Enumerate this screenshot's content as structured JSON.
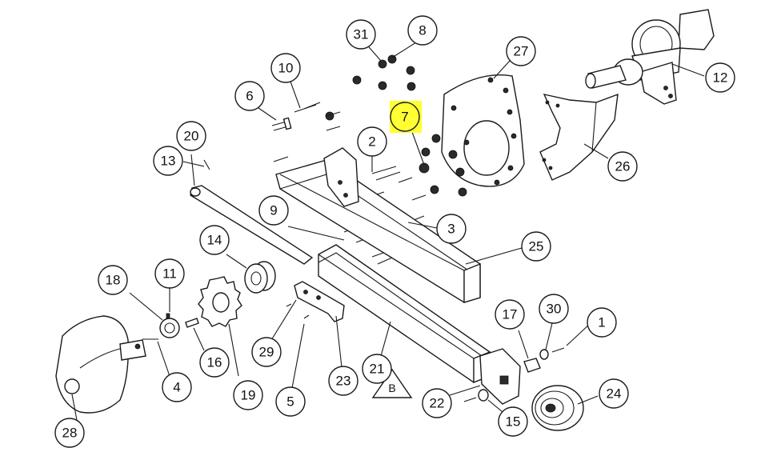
{
  "highlight_color": "#ffff33",
  "callouts": [
    {
      "id": "c1",
      "label": "1"
    },
    {
      "id": "c2",
      "label": "2"
    },
    {
      "id": "c3",
      "label": "3"
    },
    {
      "id": "c4",
      "label": "4"
    },
    {
      "id": "c5",
      "label": "5"
    },
    {
      "id": "c6",
      "label": "6"
    },
    {
      "id": "c7",
      "label": "7",
      "highlighted": true
    },
    {
      "id": "c8",
      "label": "8"
    },
    {
      "id": "c9",
      "label": "9"
    },
    {
      "id": "c10",
      "label": "10"
    },
    {
      "id": "c11",
      "label": "11"
    },
    {
      "id": "c12",
      "label": "12"
    },
    {
      "id": "c13",
      "label": "13"
    },
    {
      "id": "c14",
      "label": "14"
    },
    {
      "id": "c15",
      "label": "15"
    },
    {
      "id": "c16",
      "label": "16"
    },
    {
      "id": "c17",
      "label": "17"
    },
    {
      "id": "c18",
      "label": "18"
    },
    {
      "id": "c19",
      "label": "19"
    },
    {
      "id": "c20",
      "label": "20"
    },
    {
      "id": "c21",
      "label": "21"
    },
    {
      "id": "c22",
      "label": "22"
    },
    {
      "id": "c23",
      "label": "23"
    },
    {
      "id": "c24",
      "label": "24"
    },
    {
      "id": "c25",
      "label": "25"
    },
    {
      "id": "c26",
      "label": "26"
    },
    {
      "id": "c27",
      "label": "27"
    },
    {
      "id": "c28",
      "label": "28"
    },
    {
      "id": "c29",
      "label": "29"
    },
    {
      "id": "c30",
      "label": "30"
    },
    {
      "id": "c31",
      "label": "31"
    }
  ],
  "section_marker": {
    "label": "B"
  }
}
